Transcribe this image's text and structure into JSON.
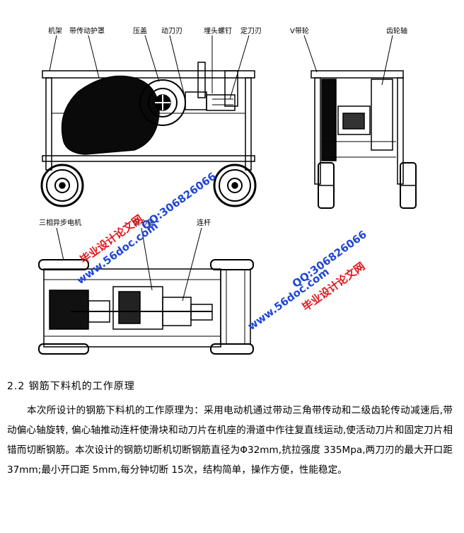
{
  "drawing_labels": {
    "front": [
      "机架",
      "带传动护罩",
      "压盖",
      "动刀刃",
      "埋头螺钉",
      "定刀刃"
    ],
    "side": [
      "V带轮",
      "齿轮轴"
    ],
    "top": [
      "三相异步电机",
      "偏心轴",
      "连杆"
    ]
  },
  "watermarks": {
    "site": "www.56doc.com",
    "qq": "QQ:306826066",
    "name": "毕业设计论文网"
  },
  "section": {
    "heading": "2.2 钢筋下料机的工作原理",
    "body": "本次所设计的钢筋下料机的工作原理为：采用电动机通过带动三角带传动和二级齿轮传动减速后,带动偏心轴旋转, 偏心轴推动连杆使滑块和动刀片在机座的滑道中作往复直线运动,使活动刀片和固定刀片相错而切断钢筋。本次设计的钢筋切断机切断钢筋直径为Φ32mm,抗拉强度 335Mpa,两刀刃的最大开口距 37mm;最小开口距 5mm,每分钟切断 15次，结构简单，操作方便，性能稳定。"
  },
  "colors": {
    "watermark_blue": "#1f45d8",
    "watermark_red": "#e0151b"
  }
}
